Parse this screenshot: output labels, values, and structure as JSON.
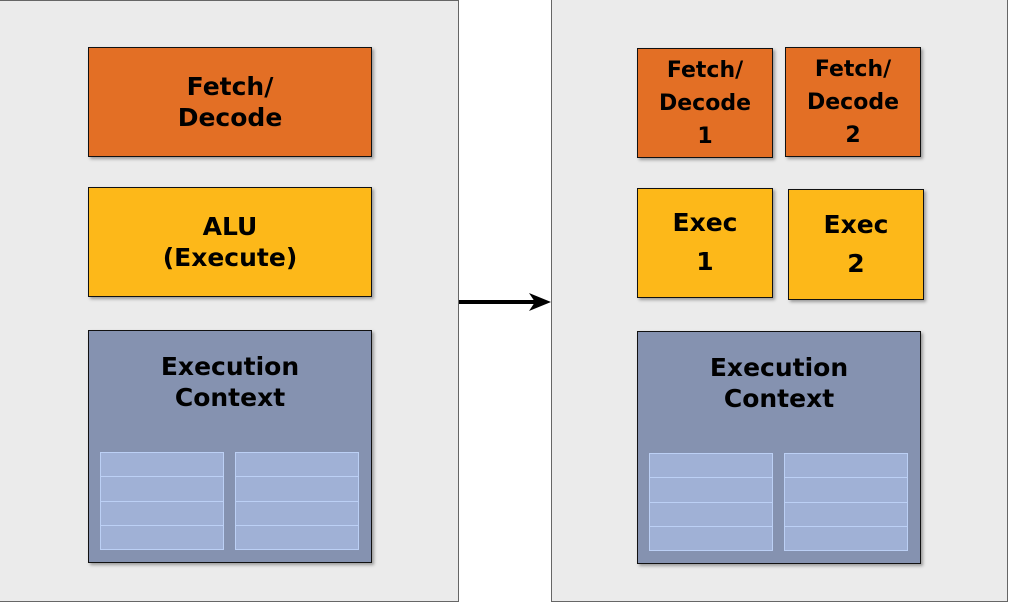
{
  "left": {
    "fetch_decode": "Fetch/\nDecode",
    "alu": "ALU\n(Execute)",
    "context": "Execution\nContext"
  },
  "right": {
    "fetch_decode_1": "Fetch/\nDecode\n1",
    "fetch_decode_2": "Fetch/\nDecode\n2",
    "exec_1": "Exec\n1",
    "exec_2": "Exec\n2",
    "context": "Execution\nContext"
  },
  "colors": {
    "fetch": "#e36f25",
    "alu": "#fdb819",
    "context": "#8592b0",
    "registers": "#a0b1d6"
  }
}
